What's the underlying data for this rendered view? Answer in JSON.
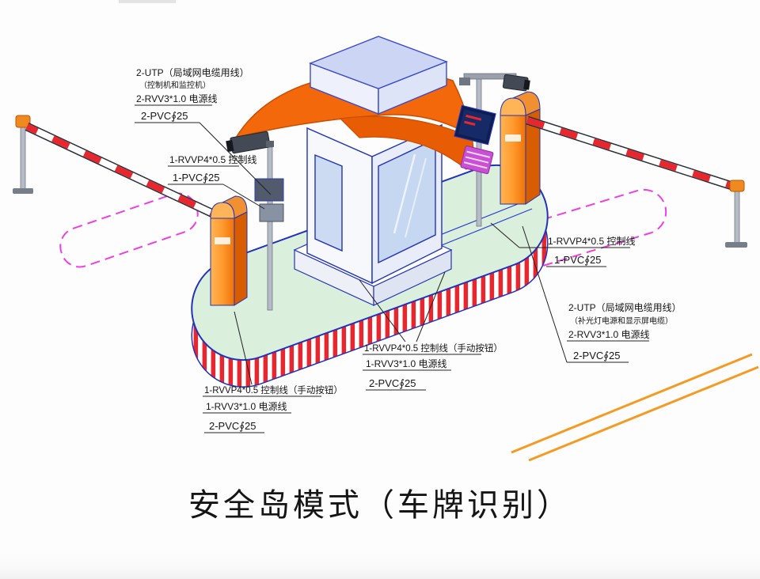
{
  "title": "安全岛模式（车牌识别）",
  "annotations": {
    "utp_left": {
      "lines": [
        "2-UTP（局域网电缆用线）",
        "（控制机和监控机）",
        "2-RVV3*1.0 电源线",
        "2-PVC∮25"
      ]
    },
    "ctrl_left": {
      "lines": [
        "1-RVVP4*0.5 控制线",
        "1-PVC∮25"
      ]
    },
    "manual_left": {
      "lines": [
        "1-RVVP4*0.5 控制线（手动按钮）",
        "1-RVV3*1.0 电源线",
        "2-PVC∮25"
      ]
    },
    "manual_center": {
      "lines": [
        "1-RVVP4*0.5 控制线（手动按钮）",
        "1-RVV3*1.0 电源线",
        "2-PVC∮25"
      ]
    },
    "ctrl_right": {
      "lines": [
        "1-RVVP4*0.5 控制线",
        "1-PVC∮25"
      ]
    },
    "utp_right": {
      "lines": [
        "2-UTP（局域网电缆用线）",
        "（补光灯电源和显示屏电缆）",
        "2-RVV3*1.0 电源线",
        "2-PVC∮25"
      ]
    }
  },
  "colors": {
    "outline_blue": "#2233bb",
    "island_green": "#daefdc",
    "curb_red": "#e8262d",
    "canopy_orange": "#f3680a",
    "cabinet_orange": "#f08a20",
    "zone_magenta": "#ee3fe3",
    "cable_orange": "#f59a23",
    "barrier_stripe_red": "#e8262d",
    "roof_periwinkle": "#ccd6f4"
  }
}
